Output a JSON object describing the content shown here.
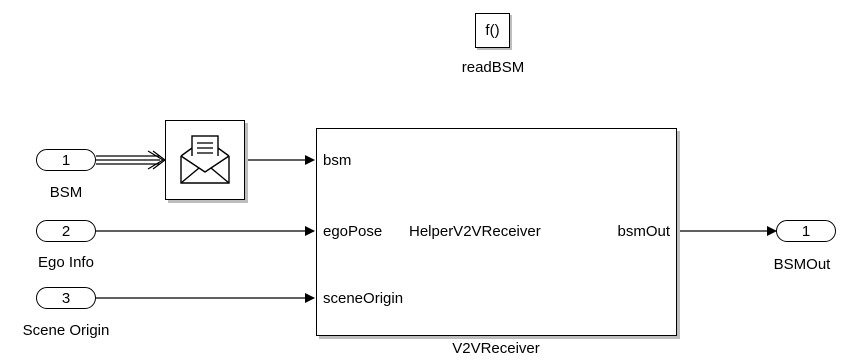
{
  "function_block": {
    "text": "f()",
    "name": "readBSM"
  },
  "message_block": {
    "icon": "envelope-message-icon"
  },
  "subsystem": {
    "name": "V2VReceiver",
    "title": "HelperV2VReceiver",
    "inputs": [
      "bsm",
      "egoPose",
      "sceneOrigin"
    ],
    "output": "bsmOut"
  },
  "inports": [
    {
      "number": "1",
      "name": "BSM"
    },
    {
      "number": "2",
      "name": "Ego Info"
    },
    {
      "number": "3",
      "name": "Scene Origin"
    }
  ],
  "outport": {
    "number": "1",
    "name": "BSMOut"
  }
}
